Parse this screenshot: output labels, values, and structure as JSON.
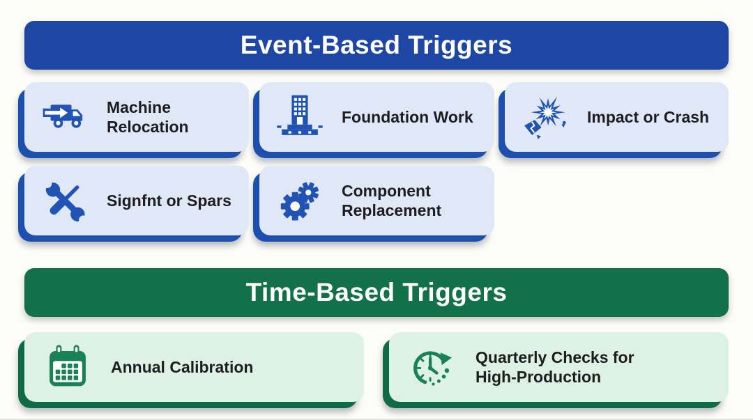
{
  "palette": {
    "page_bg": "#fcfcf8",
    "event_header_bg": "#1e46a4",
    "event_accent": "#1d4fae",
    "event_icon": "#2153b4",
    "event_card_bg": "#e0e8f8",
    "time_header_bg": "#127148",
    "time_accent": "#0f6b45",
    "time_icon": "#188254",
    "time_card_bg": "#ddf1e4",
    "header_text": "#ffffff",
    "label_text": "#1d1d1f"
  },
  "sections": {
    "event": {
      "title": "Event-Based Triggers",
      "cards": [
        {
          "label": "Machine\nRelocation",
          "icon": "truck-icon"
        },
        {
          "label": "Foundation Work",
          "icon": "building-icon"
        },
        {
          "label": "Impact or Crash",
          "icon": "impact-burst-icon"
        },
        {
          "label": "Signfnt or Spars",
          "icon": "wrench-screwdriver-icon"
        },
        {
          "label": "Component\nReplacement",
          "icon": "gears-icon"
        }
      ]
    },
    "time": {
      "title": "Time-Based Triggers",
      "cards": [
        {
          "label": "Annual Calibration",
          "icon": "calendar-icon"
        },
        {
          "label": "Quarterly Checks for\nHigh-Production",
          "icon": "clock-history-icon"
        }
      ]
    }
  }
}
